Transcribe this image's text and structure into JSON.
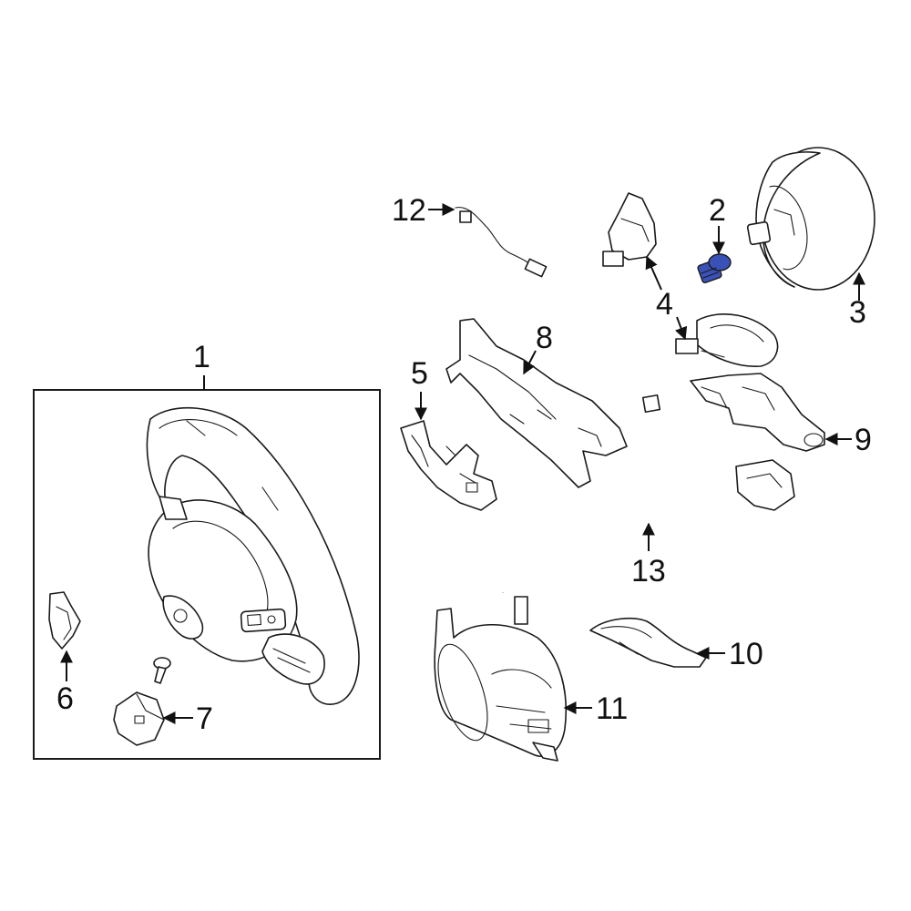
{
  "callouts": {
    "c1": "1",
    "c2": "2",
    "c3": "3",
    "c4": "4",
    "c5": "5",
    "c6": "6",
    "c7": "7",
    "c8": "8",
    "c9": "9",
    "c10": "10",
    "c11": "11",
    "c12": "12",
    "c13": "13"
  },
  "colors": {
    "highlight": "#3a52b8",
    "line": "#1a1a1a"
  }
}
